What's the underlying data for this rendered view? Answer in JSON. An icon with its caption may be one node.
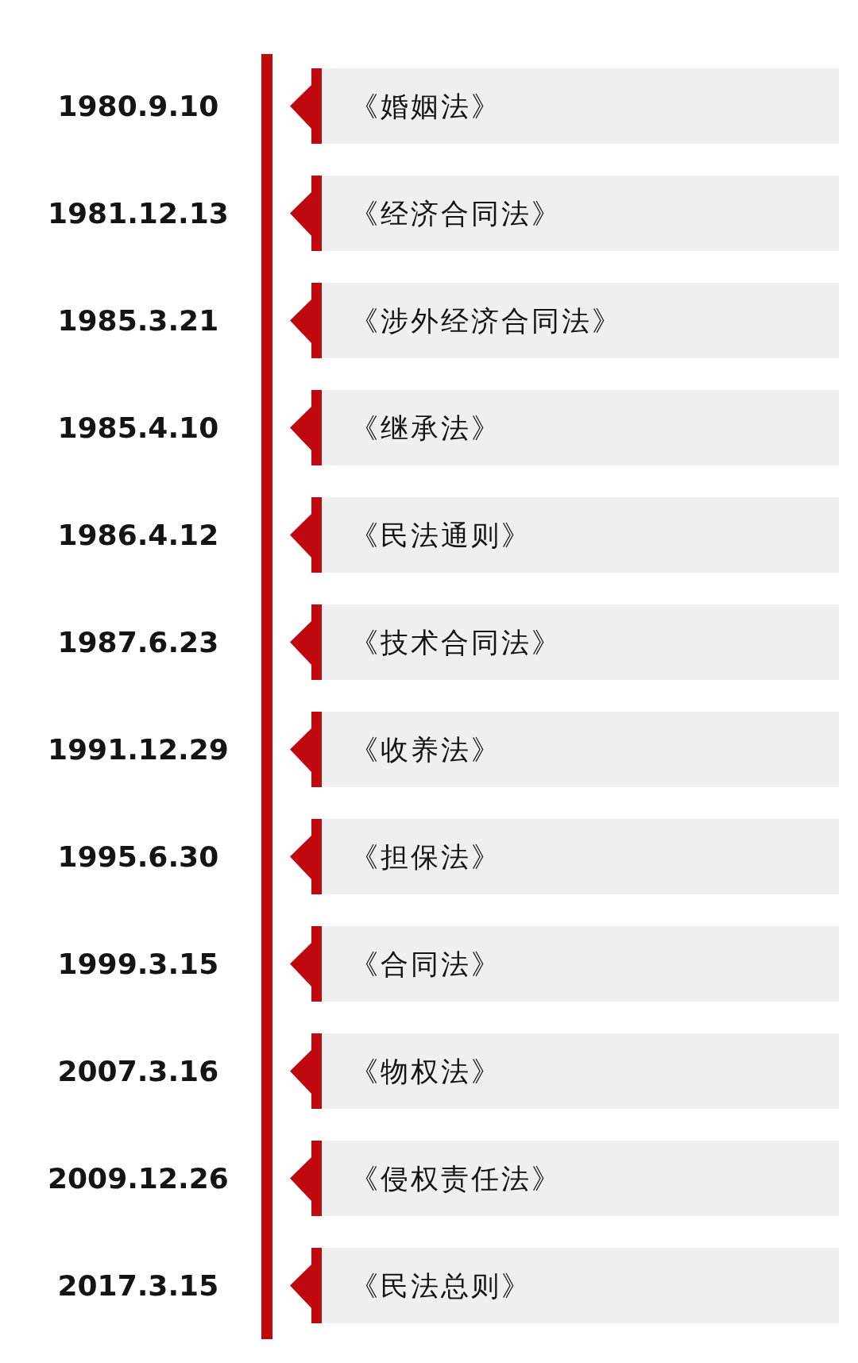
{
  "diagram": {
    "nodes": [
      {
        "text": [],
        "shape": "bar"
      },
      {
        "text": [
          "《婚姻法》"
        ]
      },
      {
        "text": [
          "《经济合同法》"
        ]
      },
      {
        "text": [
          "《涉外经济合同法》"
        ]
      },
      {
        "text": [
          "《继承法》"
        ]
      },
      {
        "text": [
          "《民法通则》"
        ]
      },
      {
        "text": [
          "《技术合同法》"
        ]
      },
      {
        "text": [
          "《收养法》"
        ]
      },
      {
        "text": [
          "《担保法》"
        ]
      },
      {
        "text": [
          "《合同法》"
        ]
      },
      {
        "text": [
          "《物权法》"
        ]
      },
      {
        "text": [
          "《侵权责任法》"
        ]
      },
      {
        "text": [
          "《民法总则》"
        ]
      }
    ],
    "labels": [
      "1980.9.10",
      "1981.12.13",
      "1985.3.21",
      "1985.4.10",
      "1986.4.12",
      "1987.6.23",
      "1991.12.29",
      "1995.6.30",
      "1999.3.15",
      "2007.3.16",
      "2009.12.26",
      "2017.3.15"
    ]
  }
}
